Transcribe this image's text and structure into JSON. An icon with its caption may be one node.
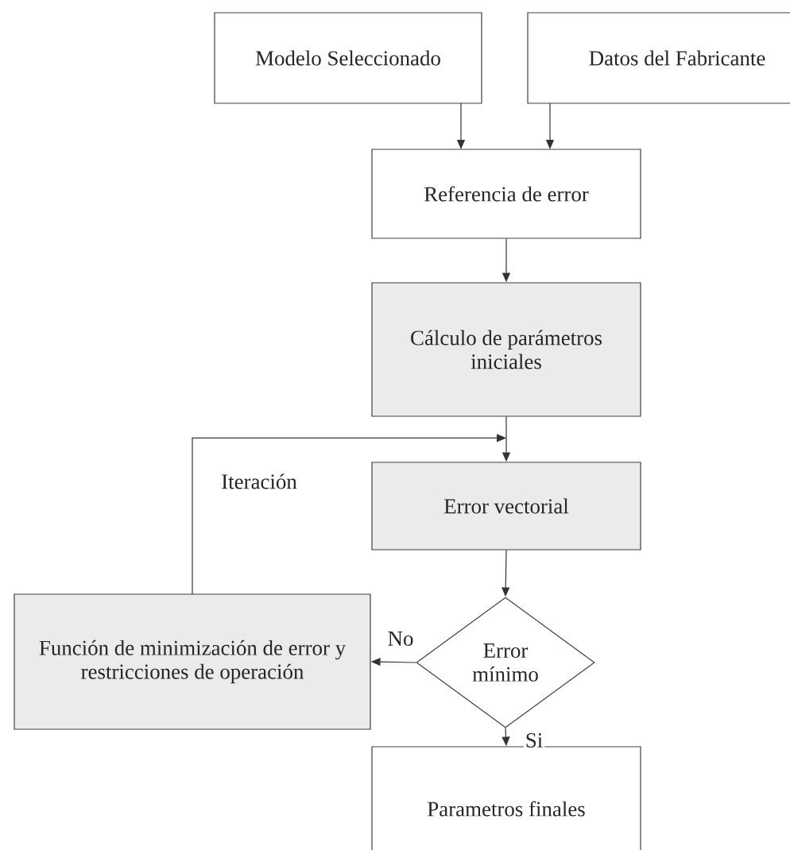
{
  "diagram": {
    "nodes": [
      {
        "text": [
          "Modelo Seleccionado"
        ]
      },
      {
        "text": [
          "Datos del Fabricante"
        ]
      },
      {
        "text": [
          "Referencia de error"
        ]
      },
      {
        "text": [
          "Cálculo de parámetros iniciales"
        ]
      },
      {
        "text": [
          "Error vectorial"
        ]
      },
      {
        "text": [
          "Error mínimo"
        ]
      },
      {
        "text": [
          "Función de minimización de error y restricciones de operación"
        ]
      },
      {
        "text": [
          "Parametros finales"
        ]
      }
    ],
    "edges": [
      {
        "from": 0,
        "to": 2,
        "arrow": "to"
      },
      {
        "from": 1,
        "to": 2,
        "arrow": "to"
      },
      {
        "from": 2,
        "to": 3,
        "arrow": "to"
      },
      {
        "from": 3,
        "to": 4,
        "arrow": "to"
      },
      {
        "from": 4,
        "to": 5,
        "arrow": "to"
      },
      {
        "from": 5,
        "to": 6,
        "arrow": "to",
        "label": "No"
      },
      {
        "from": 5,
        "to": 7,
        "arrow": "to",
        "label": "Si"
      },
      {
        "from": 6,
        "to": 4,
        "arrow": "to",
        "label": "Iteración"
      }
    ]
  }
}
